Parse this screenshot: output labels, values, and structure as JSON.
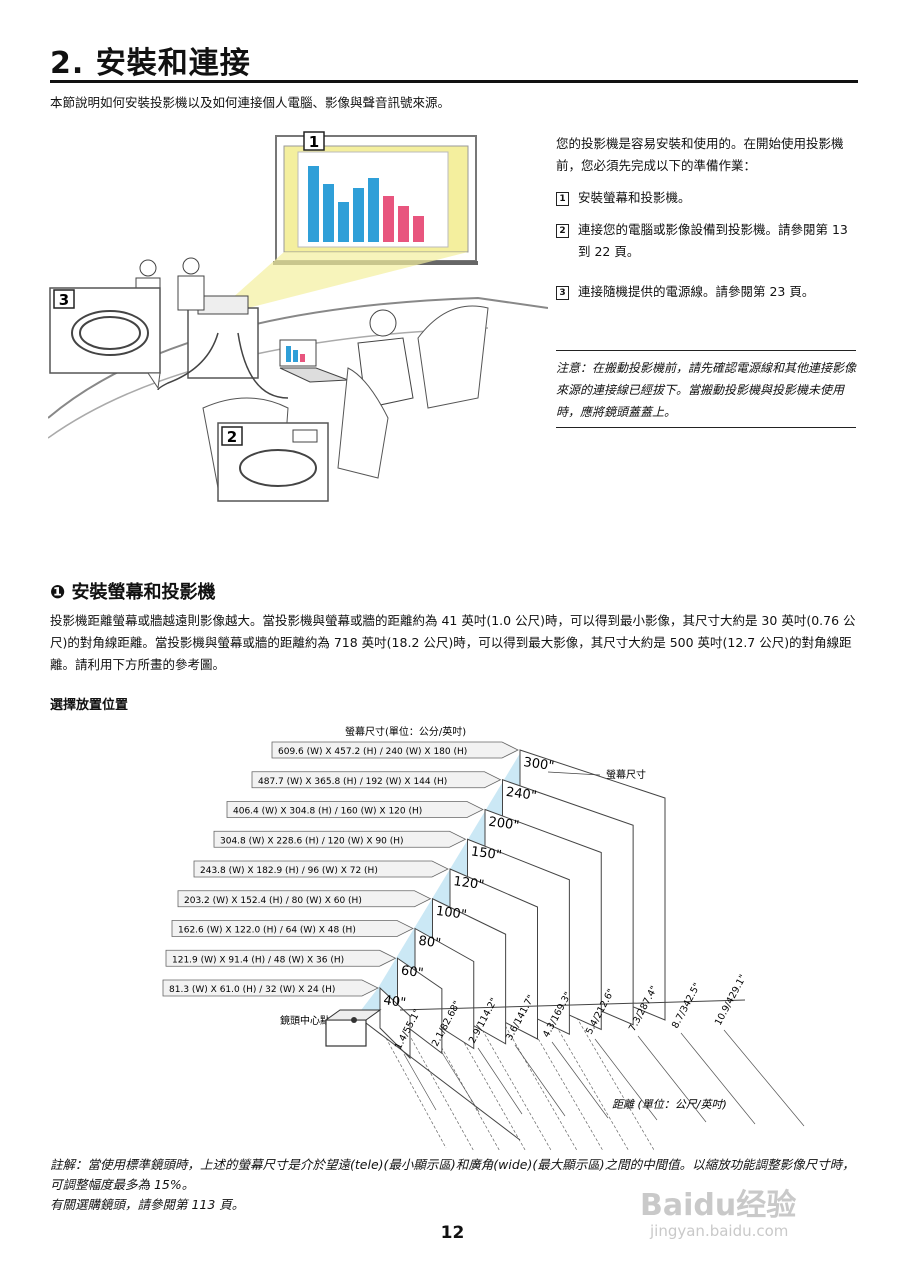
{
  "header": {
    "title": "2. 安裝和連接",
    "intro": "本節說明如何安裝投影機以及如何連接個人電腦、影像與聲音訊號來源。"
  },
  "illustration": {
    "callouts": [
      "1",
      "2",
      "3"
    ]
  },
  "right_column": {
    "lead": "您的投影機是容易安裝和使用的。在開始使用投影機前，您必須先完成以下的準備作業：",
    "steps": [
      {
        "num": "1",
        "text": "安裝螢幕和投影機。"
      },
      {
        "num": "2",
        "text": "連接您的電腦或影像設備到投影機。請參閱第 13 到 22 頁。"
      },
      {
        "num": "3",
        "text": "連接隨機提供的電源線。請參閱第 23 頁。"
      }
    ],
    "note": "注意：在搬動投影機前，請先確認電源線和其他連接影像來源的連接線已經拔下。當搬動投影機與投影機未使用時，應將鏡頭蓋蓋上。"
  },
  "section1": {
    "title": "❶ 安裝螢幕和投影機",
    "paragraph": "投影機距離螢幕或牆越遠則影像越大。當投影機與螢幕或牆的距離約為 41 英吋(1.0 公尺)時，可以得到最小影像，其尺寸大約是 30 英吋(0.76 公尺)的對角線距離。當投影機與螢幕或牆的距離約為 718 英吋(18.2 公尺)時，可以得到最大影像，其尺寸大約是 500 英吋(12.7 公尺)的對角線距離。請利用下方所畫的參考圖。",
    "placement_title": "選擇放置位置"
  },
  "diagram": {
    "screen_size_header": "螢幕尺寸(單位：公分/英吋)",
    "screen_size_label": "螢幕尺寸",
    "lens_center_label": "鏡頭中心點",
    "distance_label": "距離 (單位：公尺/英吋)",
    "screens": [
      {
        "diag": "40\"",
        "size": "81.3 (W) X 61.0 (H) / 32 (W) X 24 (H)",
        "distance": "1.4/55.1\""
      },
      {
        "diag": "60\"",
        "size": "121.9 (W) X 91.4 (H) / 48 (W) X 36 (H)",
        "distance": "2.1/82.68\""
      },
      {
        "diag": "80\"",
        "size": "162.6 (W) X 122.0 (H) / 64 (W) X 48 (H)",
        "distance": "2.9/114.2\""
      },
      {
        "diag": "100\"",
        "size": "203.2 (W) X 152.4 (H) / 80 (W) X 60 (H)",
        "distance": "3.6/141.7\""
      },
      {
        "diag": "120\"",
        "size": "243.8 (W) X 182.9 (H) / 96 (W) X 72 (H)",
        "distance": "4.3/169.3\""
      },
      {
        "diag": "150\"",
        "size": "304.8 (W) X 228.6 (H) / 120 (W) X 90 (H)",
        "distance": "5.4/212.6\""
      },
      {
        "diag": "200\"",
        "size": "406.4 (W) X 304.8 (H) / 160 (W) X 120 (H)",
        "distance": "7.3/287.4\""
      },
      {
        "diag": "240\"",
        "size": "487.7 (W) X 365.8 (H) / 192 (W) X 144 (H)",
        "distance": "8.7/342.5\""
      },
      {
        "diag": "300\"",
        "size": "609.6 (W) X 457.2 (H) / 240 (W) X 180 (H)",
        "distance": "10.9/429.1\""
      }
    ]
  },
  "footnote": {
    "line1": "註解：當使用標準鏡頭時，上述的螢幕尺寸是介於望遠(tele)(最小顯示區)和廣角(wide)(最大顯示區)之間的中間值。以縮放功能調整影像尺寸時，可調整幅度最多為 15%。",
    "line2": "有關選購鏡頭，請參閱第 113 頁。"
  },
  "page_number": "12",
  "watermark": {
    "brand": "Baidu经验",
    "url": "jingyan.baidu.com"
  },
  "colors": {
    "screen_yellow": "#f4ef9e",
    "bar_blue": "#2f9fd8",
    "bar_pink": "#e8557e",
    "beam_blue": "#a9d8ef"
  }
}
